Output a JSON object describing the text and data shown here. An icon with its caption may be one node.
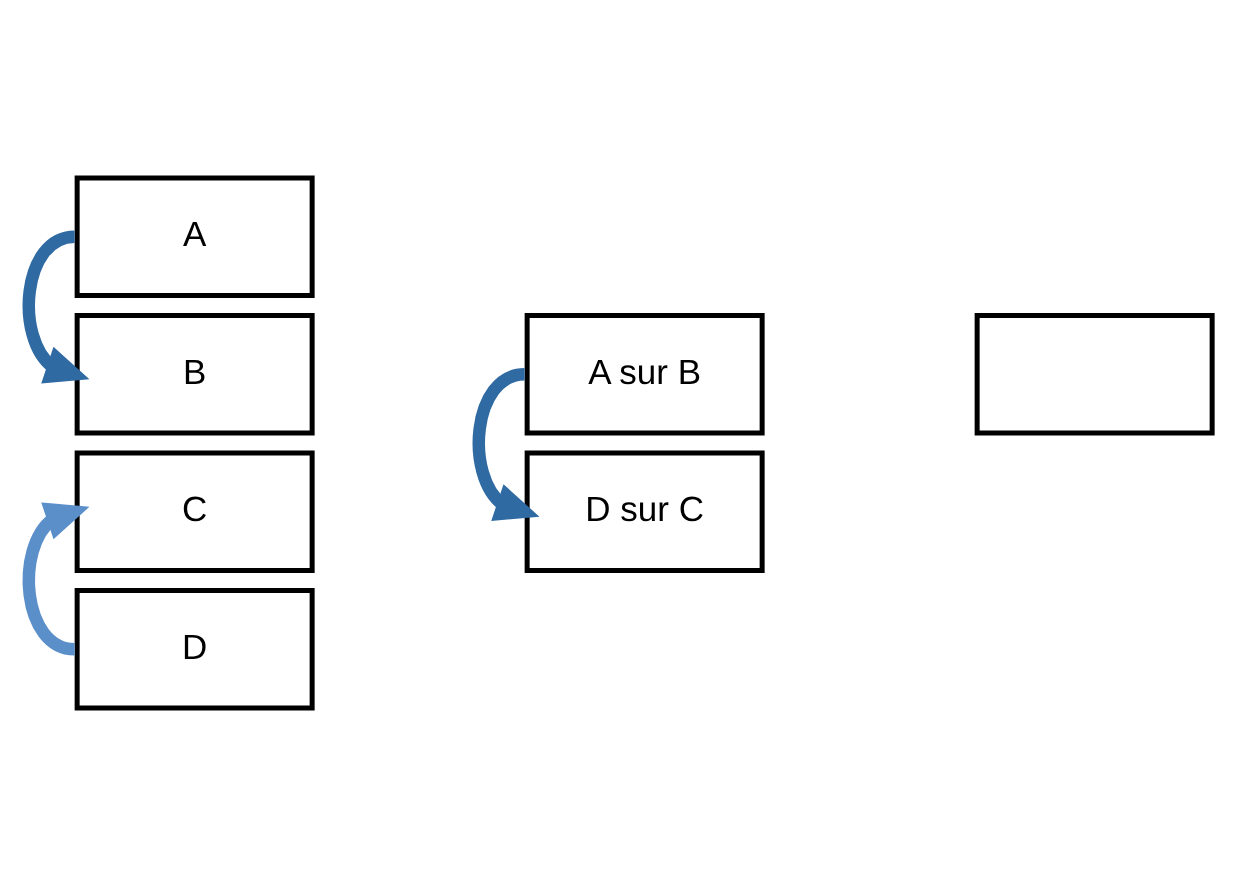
{
  "diagram": {
    "nodes": [
      {
        "text": [
          "A"
        ]
      },
      {
        "text": [
          "B"
        ]
      },
      {
        "text": [
          "C"
        ]
      },
      {
        "text": [
          "D"
        ]
      },
      {
        "text": [
          "A sur B"
        ]
      },
      {
        "text": [
          "D sur C"
        ]
      },
      {
        "text": [],
        "shape": "box"
      }
    ],
    "edges": [
      {
        "from": 0,
        "to": 1,
        "arrow": "to",
        "color": "#2f6aa3"
      },
      {
        "from": 3,
        "to": 2,
        "arrow": "to",
        "color": "#5b8fc9"
      },
      {
        "from": 4,
        "to": 5,
        "arrow": "to",
        "color": "#2f6aa3"
      }
    ]
  }
}
